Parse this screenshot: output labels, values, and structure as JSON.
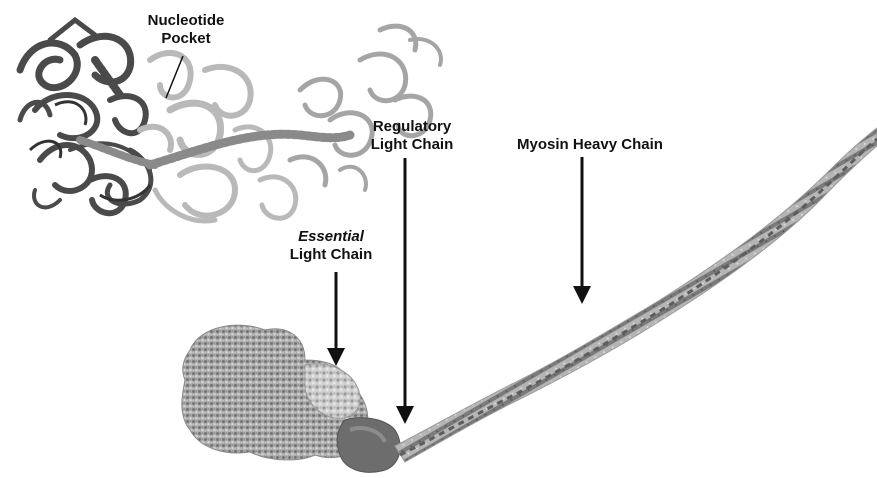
{
  "labels": {
    "nucleotide_pocket": {
      "line1": "Nucleotide",
      "line2": "Pocket"
    },
    "regulatory_light_chain": {
      "line1": "Regulatory",
      "line2": "Light Chain"
    },
    "myosin_heavy_chain": {
      "line1": "Myosin Heavy Chain"
    },
    "essential_light_chain": {
      "line1": "Essential",
      "line2": "Light Chain"
    }
  },
  "colors": {
    "label_text": "#111111",
    "arrow": "#111111",
    "ribbon_dark": "#555555",
    "ribbon_light": "#bdbdbd",
    "spacefill_dark": "#6a6a6a",
    "spacefill_light": "#c8c8c8"
  },
  "figure": {
    "structures": [
      "ribbon-model",
      "space-filling-model",
      "myosin-heavy-chain-tail"
    ]
  }
}
